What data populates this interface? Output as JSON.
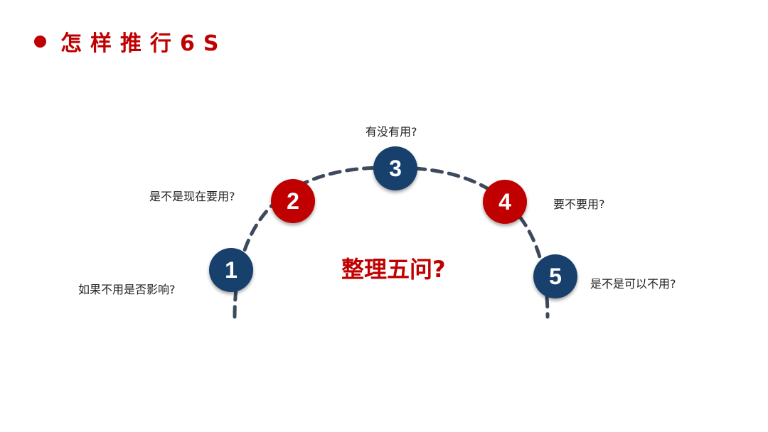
{
  "header": {
    "title": "怎样推行6S"
  },
  "center_text": "整理五问?",
  "colors": {
    "red": "#c00000",
    "blue": "#17406d",
    "arc": "#3c4a5c"
  },
  "steps": [
    {
      "number": "1",
      "question": "如果不用是否影响?",
      "color": "blue"
    },
    {
      "number": "2",
      "question": "是不是现在要用?",
      "color": "red"
    },
    {
      "number": "3",
      "question": "有没有用?",
      "color": "blue"
    },
    {
      "number": "4",
      "question": "要不要用?",
      "color": "red"
    },
    {
      "number": "5",
      "question": "是不是可以不用?",
      "color": "blue"
    }
  ]
}
